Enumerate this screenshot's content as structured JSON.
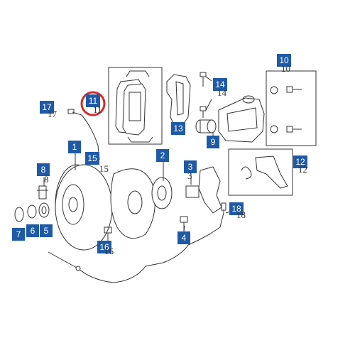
{
  "callouts": {
    "c1": "1",
    "c2": "2",
    "c3": "3",
    "c4": "4",
    "c5": "5",
    "c6": "6",
    "c7": "7",
    "c8": "8",
    "c9": "9",
    "c10": "10",
    "c11": "11",
    "c12": "12",
    "c13": "13",
    "c14": "14",
    "c15": "15",
    "c16": "16",
    "c17": "17",
    "c18": "18"
  },
  "ref_numbers": {
    "r10": "10",
    "r11": "11",
    "r12": "12",
    "r14": "14",
    "r15": "15",
    "r16": "16",
    "r17": "17",
    "r18": "18",
    "r3": "3",
    "r8": "8"
  },
  "colors": {
    "callout_bg": "#1f5aa6",
    "highlight_ring": "#d62a2a",
    "line": "#333333"
  }
}
